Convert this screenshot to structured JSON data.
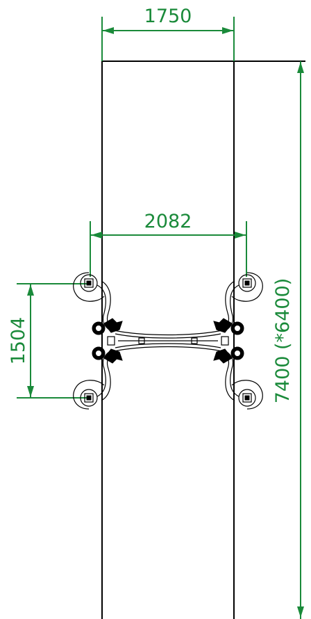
{
  "drawing": {
    "dimensions": {
      "path_width": "1750",
      "equipment_width": "2082",
      "equipment_depth": "1504",
      "area_length": "7400 (*6400)"
    },
    "colors": {
      "dimension": "#1a8a3a",
      "outline": "#000000",
      "background": "#ffffff"
    }
  }
}
